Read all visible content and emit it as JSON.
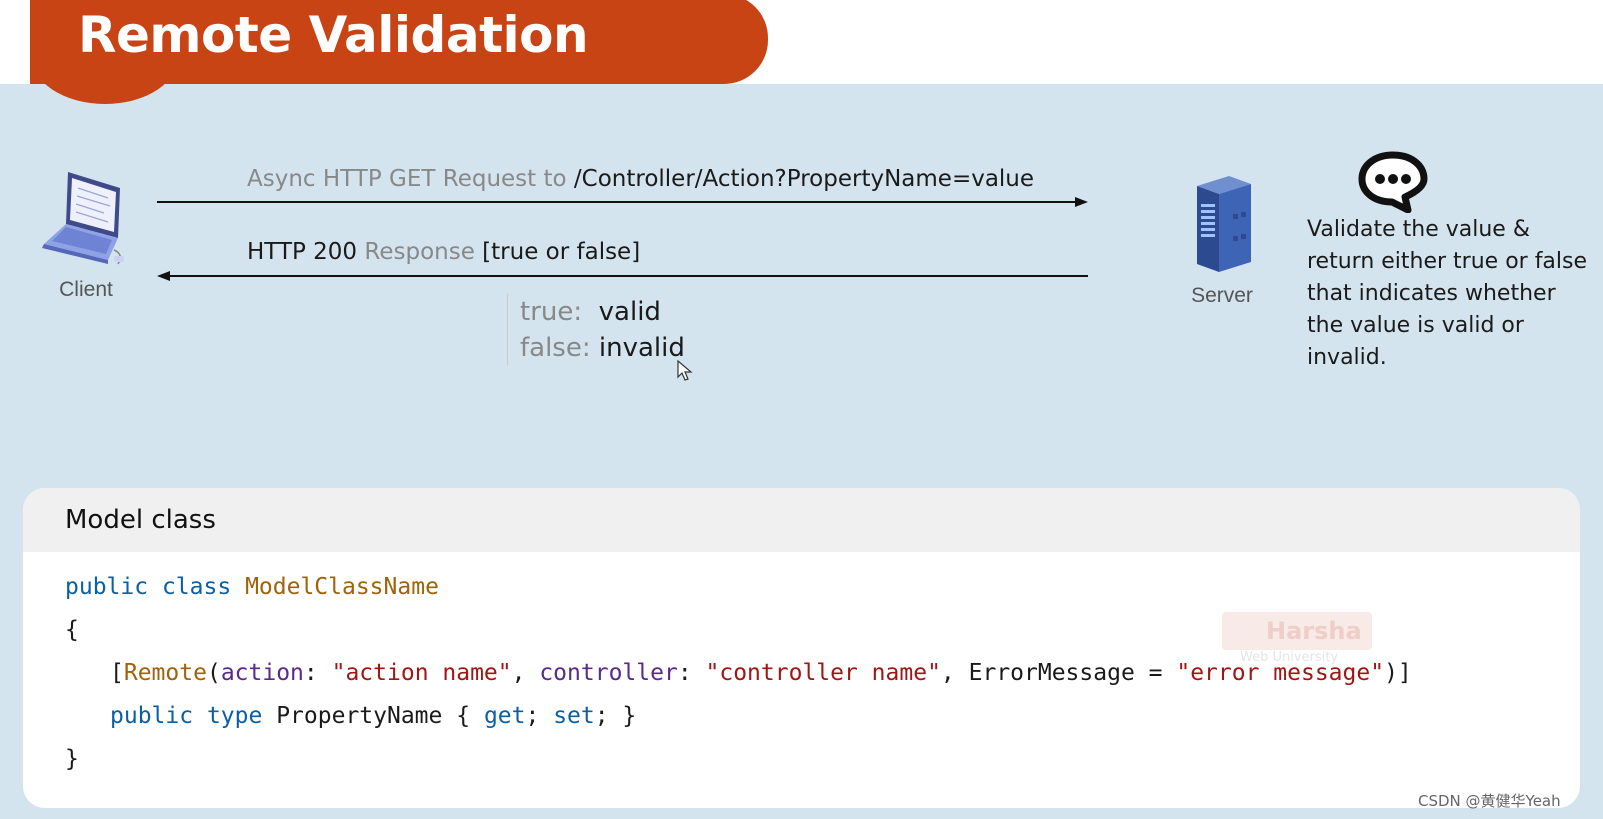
{
  "title": "Remote Validation",
  "client": {
    "label": "Client"
  },
  "server": {
    "label": "Server"
  },
  "request": {
    "prefix": "Async HTTP GET Request to",
    "url": "/Controller/Action?PropertyName=value"
  },
  "response": {
    "status": "HTTP 200",
    "word": "Response",
    "body": "[true or false]"
  },
  "legend": [
    {
      "key": "true:",
      "value": "valid"
    },
    {
      "key": "false:",
      "value": "invalid"
    }
  ],
  "server_note": "Validate the value & return either true or false that indicates whether the value is valid or invalid.",
  "model_panel": {
    "header": "Model class",
    "code": {
      "line1": {
        "kw1": "public",
        "kw2": "class",
        "name": "ModelClassName"
      },
      "open_brace": "{",
      "line3": {
        "open": "[",
        "attr": "Remote",
        "paren_open": "(",
        "p1": "action",
        "colon1": ": ",
        "v1": "\"action name\"",
        "sep1": ", ",
        "p2": "controller",
        "colon2": ": ",
        "v2": "\"controller name\"",
        "sep2": ", ",
        "p3": "ErrorMessage",
        "eq": " = ",
        "v3": "\"error message\"",
        "close": ")]"
      },
      "line4": {
        "kw1": "public",
        "kw2": "type",
        "prop": "PropertyName",
        "brace_open": "{ ",
        "get": "get",
        "semi1": "; ",
        "set": "set",
        "semi2": "; }"
      },
      "close_brace": "}"
    }
  },
  "watermark": {
    "brand": "Harsha",
    "sub": "Web University"
  },
  "credit": "CSDN @黄健华Yeah",
  "colors": {
    "banner": "#c94415",
    "background": "#d4e4ee",
    "keyword": "#0b5fa5",
    "class_name": "#a0620a",
    "parameter": "#5a2a8a",
    "string": "#a31515"
  },
  "icons": [
    "laptop-icon",
    "server-icon",
    "chat-bubble-icon",
    "mouse-cursor-icon"
  ]
}
